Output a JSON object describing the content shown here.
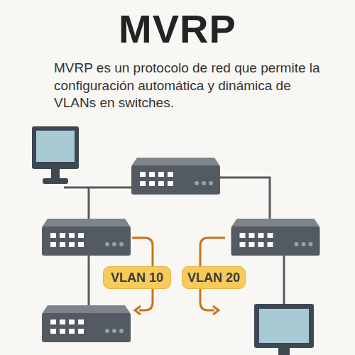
{
  "diagram": {
    "title": "MVRP",
    "nodes": [
      {
        "text": [
          "VLAN 10"
        ]
      },
      {
        "text": [
          "VLAN 20"
        ]
      }
    ],
    "labels": [
      "MVRP es un protocolo de red que permite la configuración automática y dinámica de VLANs en switches."
    ]
  }
}
